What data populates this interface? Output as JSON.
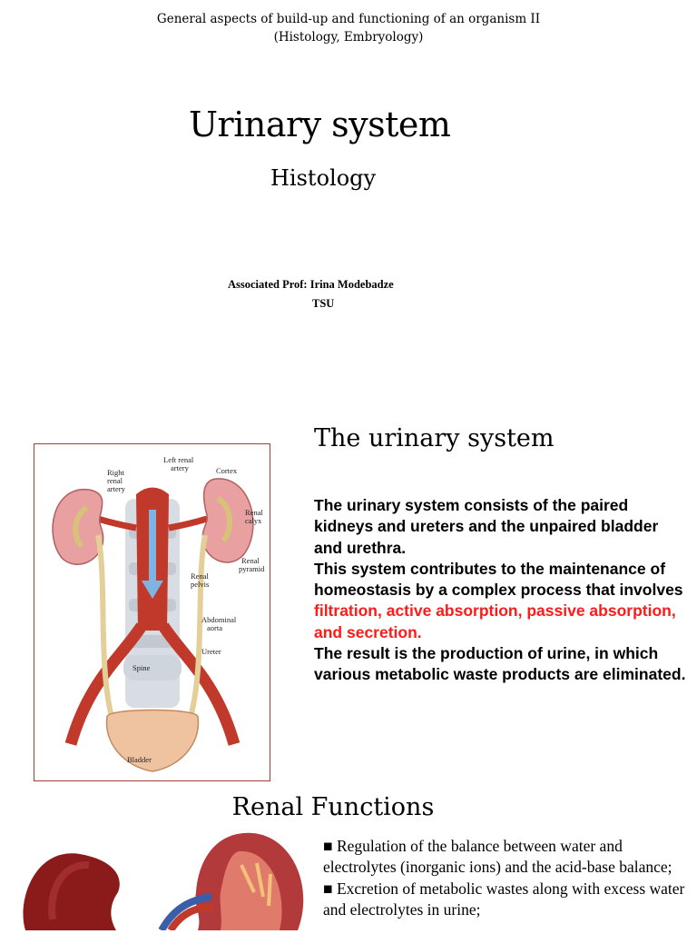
{
  "header": {
    "line1": "General aspects of build-up and functioning of an organism II",
    "line2": "(Histology, Embryology)"
  },
  "title": "Urinary system",
  "subtitle": "Histology",
  "author": {
    "line1": "Associated Prof: Irina Modebadze",
    "line2": "TSU"
  },
  "diagram": {
    "labels": {
      "right_renal_artery_1": "Right",
      "right_renal_artery_2": "renal",
      "right_renal_artery_3": "artery",
      "left_renal_artery_1": "Left renal",
      "left_renal_artery_2": "artery",
      "cortex": "Cortex",
      "renal_calyx_1": "Renal",
      "renal_calyx_2": "calyx",
      "renal_pyramid_1": "Renal",
      "renal_pyramid_2": "pyramid",
      "renal_pelvis_1": "Renal",
      "renal_pelvis_2": "pelvis",
      "abdominal_aorta_1": "Abdominal",
      "abdominal_aorta_2": "aorta",
      "ureter": "Ureter",
      "spine": "Spine",
      "bladder": "Bladder"
    },
    "colors": {
      "frame": "#a83a3a",
      "artery": "#c0392b",
      "kidney": "#e8a0a0",
      "ureter": "#e8d7a8"
    }
  },
  "section1": {
    "heading": "The urinary system",
    "p1": "The urinary system consists of the paired kidneys and ureters and the unpaired bladder and urethra.",
    "p2": "This system contributes to the maintenance of homeostasis by a complex process that involves ",
    "p2_highlight": "filtration, active absorption, passive absorption, and secretion.",
    "p3": "The result is the production of urine, in which various metabolic waste products are eliminated.",
    "highlight_color": "#ff1a1a"
  },
  "section2": {
    "heading": "Renal Functions",
    "bullet_glyph": "■",
    "items": [
      "Regulation of the balance between water and electrolytes (inorganic ions) and the acid-base balance;",
      "Excretion of metabolic wastes along with excess water and electrolytes in urine;"
    ]
  }
}
